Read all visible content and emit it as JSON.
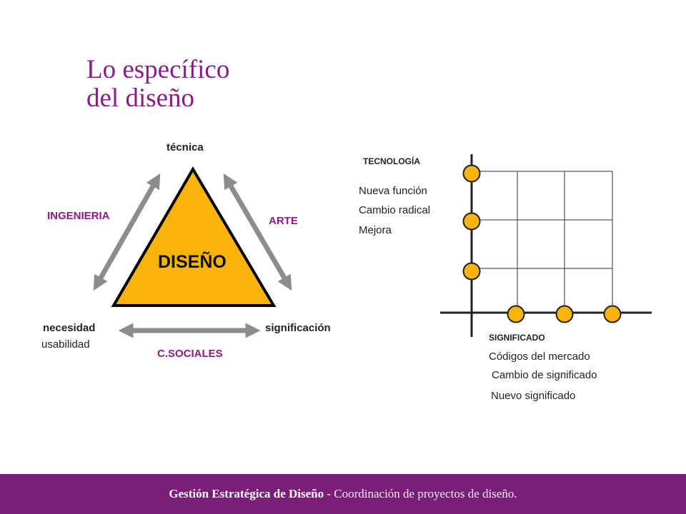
{
  "slide": {
    "title_line1": "Lo específico",
    "title_line2": "del diseño"
  },
  "triangle": {
    "center": "DISEÑO",
    "top_vertex": "técnica",
    "left_vertex": "necesidad",
    "left_vertex_sub": "usabilidad",
    "right_vertex": "significación",
    "left_side": "INGENIERIA",
    "right_side": "ARTE",
    "bottom_side": "C.SOCIALES"
  },
  "matrix": {
    "y_axis": "TECNOLOGÍA",
    "y_levels": [
      "Nueva función",
      "Cambio radical",
      "Mejora"
    ],
    "x_axis": "SIGNIFICADO",
    "x_levels": [
      "Códigos del mercado",
      "Cambio de significado",
      "Nuevo significado"
    ]
  },
  "footer": {
    "bold": "Gestión Estratégica de Diseño",
    "rest": " - Coordinación de proyectos de diseño."
  },
  "colors": {
    "accent": "#8b1a8b",
    "triangle_fill": "#f9b40c",
    "arrow": "#8c8c8c",
    "footer_bg": "#7a1e7a"
  }
}
